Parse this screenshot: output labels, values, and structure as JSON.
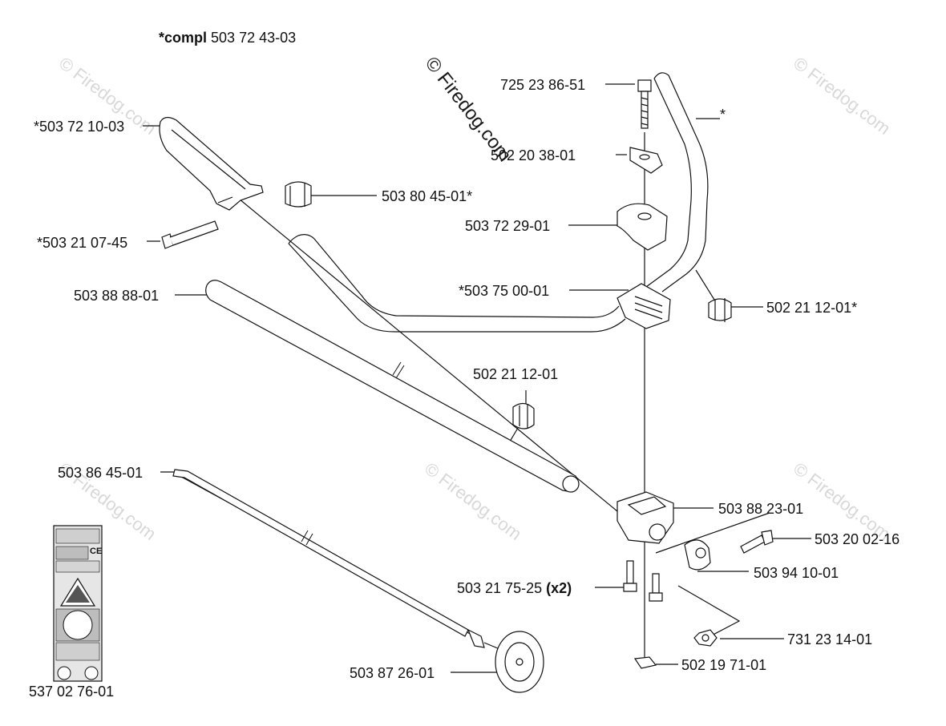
{
  "title": {
    "prefix": "*compl",
    "number": "503 72 43-03"
  },
  "watermark": {
    "text": "© Firedog.com"
  },
  "labels": {
    "p_725_23_86_51": "725 23 86-51",
    "p_star": "*",
    "p_503_72_10_03": "*503 72 10-03",
    "p_502_20_38_01": "502 20 38-01",
    "p_503_80_45_01": "503 80 45-01*",
    "p_503_72_29_01": "503 72 29-01",
    "p_503_21_07_45": "*503 21 07-45",
    "p_503_75_00_01": "*503 75 00-01",
    "p_503_88_88_01": "503 88 88-01",
    "p_502_21_12_01_star": "502 21 12-01*",
    "p_502_21_12_01": "502 21 12-01",
    "p_503_86_45_01": "503 86 45-01",
    "p_503_88_23_01": "503 88 23-01",
    "p_503_20_02_16": "503 20 02-16",
    "p_503_94_10_01": "503 94 10-01",
    "p_503_21_75_25": "503 21 75-25",
    "p_503_21_75_25_qty": "(x2)",
    "p_731_23_14_01": "731 23 14-01",
    "p_502_19_71_01": "502 19 71-01",
    "p_503_87_26_01": "503 87 26-01",
    "p_537_02_76_01": "537 02 76-01"
  },
  "decal": {
    "ce_mark": "CE"
  }
}
